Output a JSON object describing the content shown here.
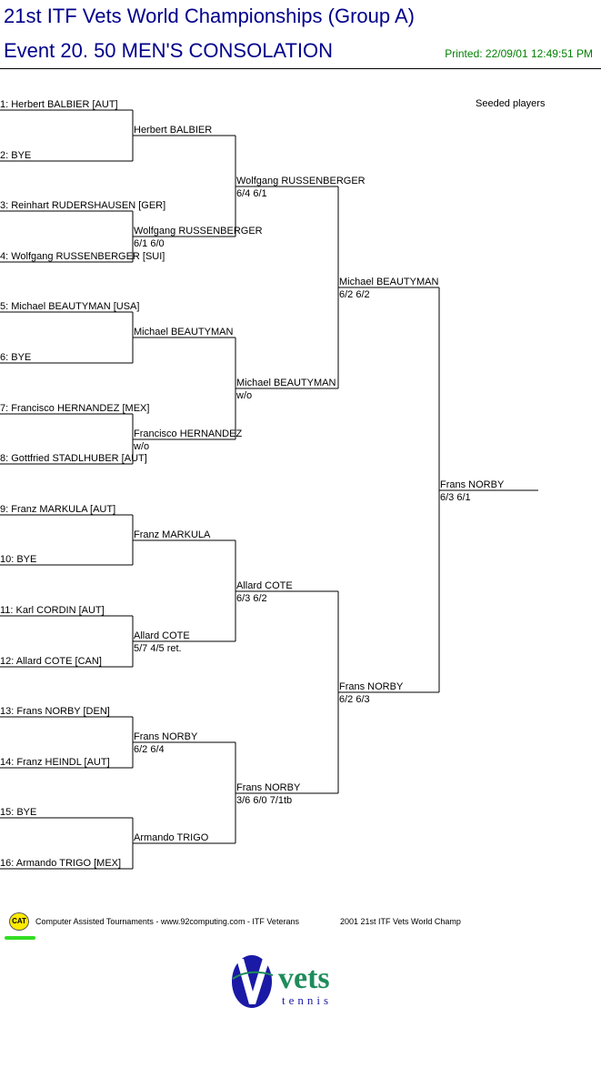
{
  "header": {
    "title_line1": "21st ITF Vets World Championships (Group A)",
    "title_line2": "Event 20. 50 MEN'S CONSOLATION",
    "printed": "Printed: 22/09/01 12:49:51 PM"
  },
  "seeded_label": "Seeded players",
  "bracket": {
    "round1": [
      "1: Herbert BALBIER [AUT]",
      "2: BYE",
      "3: Reinhart RUDERSHAUSEN [GER]",
      "4: Wolfgang RUSSENBERGER [SUI]",
      "5: Michael BEAUTYMAN [USA]",
      "6: BYE",
      "7: Francisco HERNANDEZ [MEX]",
      "8: Gottfried STADLHUBER [AUT]",
      "9: Franz MARKULA [AUT]",
      "10: BYE",
      "11: Karl CORDIN [AUT]",
      "12: Allard COTE [CAN]",
      "13: Frans NORBY [DEN]",
      "14: Franz HEINDL [AUT]",
      "15: BYE",
      "16: Armando TRIGO [MEX]"
    ],
    "round2": [
      {
        "name": "Herbert BALBIER",
        "score": ""
      },
      {
        "name": "Wolfgang RUSSENBERGER",
        "score": "6/1 6/0"
      },
      {
        "name": "Michael BEAUTYMAN",
        "score": ""
      },
      {
        "name": "Francisco HERNANDEZ",
        "score": "w/o"
      },
      {
        "name": "Franz MARKULA",
        "score": ""
      },
      {
        "name": "Allard COTE",
        "score": "5/7 4/5 ret."
      },
      {
        "name": "Frans NORBY",
        "score": "6/2 6/4"
      },
      {
        "name": "Armando TRIGO",
        "score": ""
      }
    ],
    "round3": [
      {
        "name": "Wolfgang RUSSENBERGER",
        "score": "6/4 6/1"
      },
      {
        "name": "Michael BEAUTYMAN",
        "score": "w/o"
      },
      {
        "name": "Allard COTE",
        "score": "6/3 6/2"
      },
      {
        "name": "Frans NORBY",
        "score": "3/6 6/0 7/1tb"
      }
    ],
    "round4": [
      {
        "name": "Michael BEAUTYMAN",
        "score": "6/2 6/2"
      },
      {
        "name": "Frans NORBY",
        "score": "6/2 6/3"
      }
    ],
    "final": {
      "name": "Frans NORBY",
      "score": "6/3 6/1"
    }
  },
  "footer": {
    "badge": "CAT",
    "text1": "Computer Assisted Tournaments - www.92computing.com -  ITF Veterans",
    "text2": "2001 21st ITF Vets World Champ"
  },
  "logo": {
    "line1": "vets",
    "line2": "tennis"
  },
  "colors": {
    "title": "#00008b",
    "printed": "#008000",
    "logo_blue": "#1a1aa6",
    "logo_green": "#1e8c5a"
  }
}
